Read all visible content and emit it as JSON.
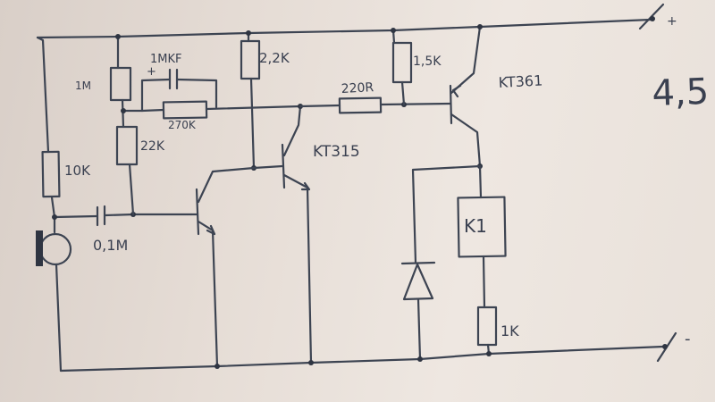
{
  "diagram": {
    "labels": {
      "plus_terminal": "+",
      "minus_terminal": "-",
      "supply_voltage": "4,5",
      "r_1m": "1M",
      "c_1mkf": "1MKF",
      "c_1mkf_polarity": "+",
      "r_2_2k": "2,2K",
      "r_1_5k": "1,5K",
      "r_270k": "270K",
      "r_220r": "220R",
      "r_22k": "22K",
      "r_10k": "10K",
      "c_0_1m": "0,1M",
      "q_kt315": "KT315",
      "q_kt361": "KT361",
      "relay_k1": "K1",
      "r_1k": "1K"
    },
    "colors": {
      "ink": "#3d4452",
      "paper": "#e9e1da"
    }
  }
}
